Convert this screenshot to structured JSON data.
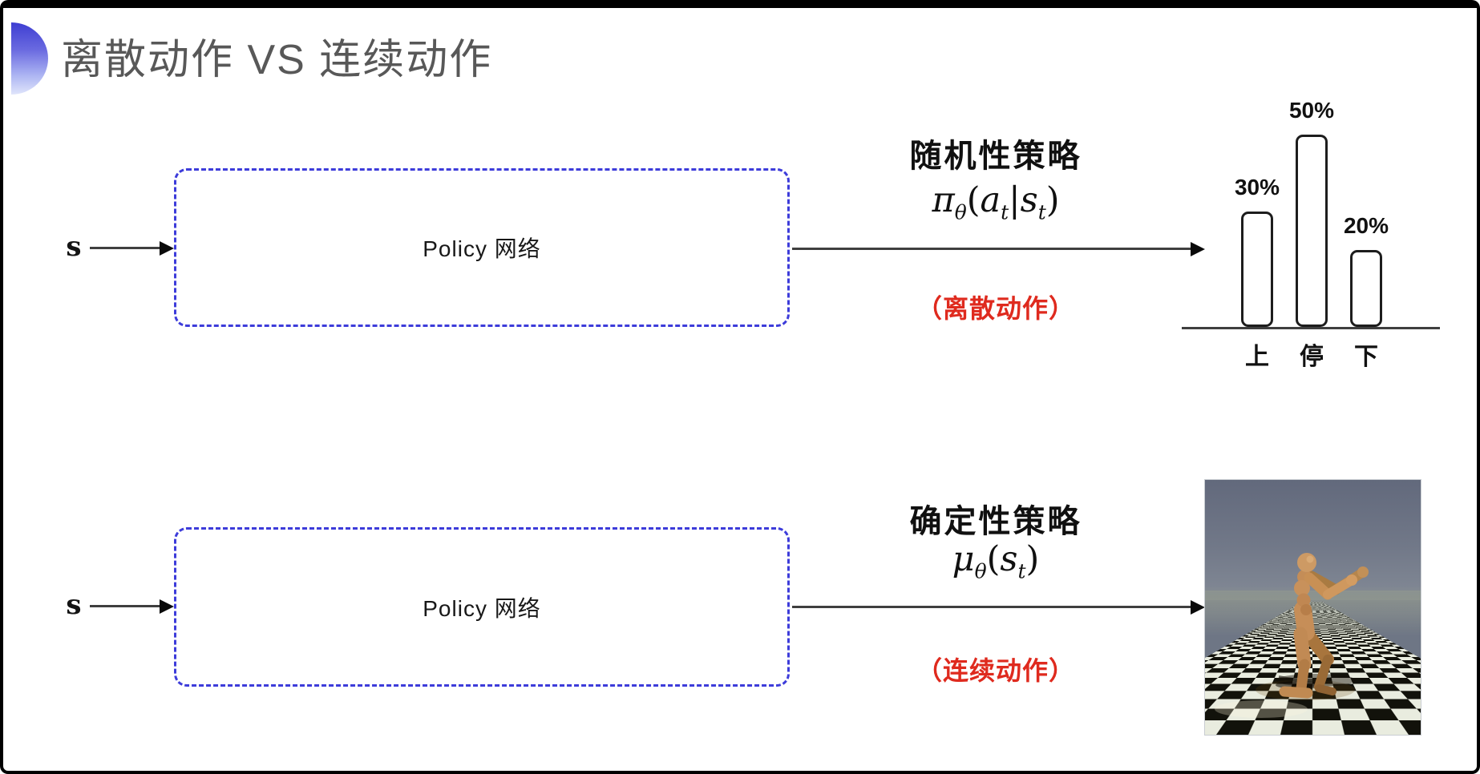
{
  "slide": {
    "title": "离散动作 VS 连续动作"
  },
  "rows": [
    {
      "input_label": "s",
      "box_label": "Policy 网络",
      "policy_name": "随机性策略",
      "formula": [
        {
          "t": "π",
          "i": true
        },
        {
          "s": "θ"
        },
        {
          "t": "("
        },
        {
          "t": "a",
          "i": true
        },
        {
          "s": "t"
        },
        {
          "t": "|"
        },
        {
          "t": "s",
          "i": true
        },
        {
          "s": "t"
        },
        {
          "t": ")"
        }
      ],
      "action_note": "（离散动作）"
    },
    {
      "input_label": "s",
      "box_label": "Policy 网络",
      "policy_name": "确定性策略",
      "formula": [
        {
          "t": "μ",
          "i": true
        },
        {
          "s": "θ"
        },
        {
          "t": "("
        },
        {
          "t": "s",
          "i": true
        },
        {
          "s": "t"
        },
        {
          "t": ")"
        }
      ],
      "action_note": "（连续动作）"
    }
  ],
  "chart_data": {
    "type": "bar",
    "categories": [
      "上",
      "停",
      "下"
    ],
    "values": [
      30,
      50,
      20
    ],
    "value_labels": [
      "30%",
      "50%",
      "20%"
    ],
    "title": "",
    "xlabel": "",
    "ylabel": "",
    "ylim": [
      0,
      60
    ],
    "grid": false,
    "legend": false,
    "bar_fill": "#ffffff",
    "bar_stroke": "#1d1d1d"
  },
  "colors": {
    "accent_blue": "#3d3cda",
    "note_red": "#df2a1e",
    "title_gray": "#585858",
    "arrow_dark": "#3f3f3f"
  }
}
